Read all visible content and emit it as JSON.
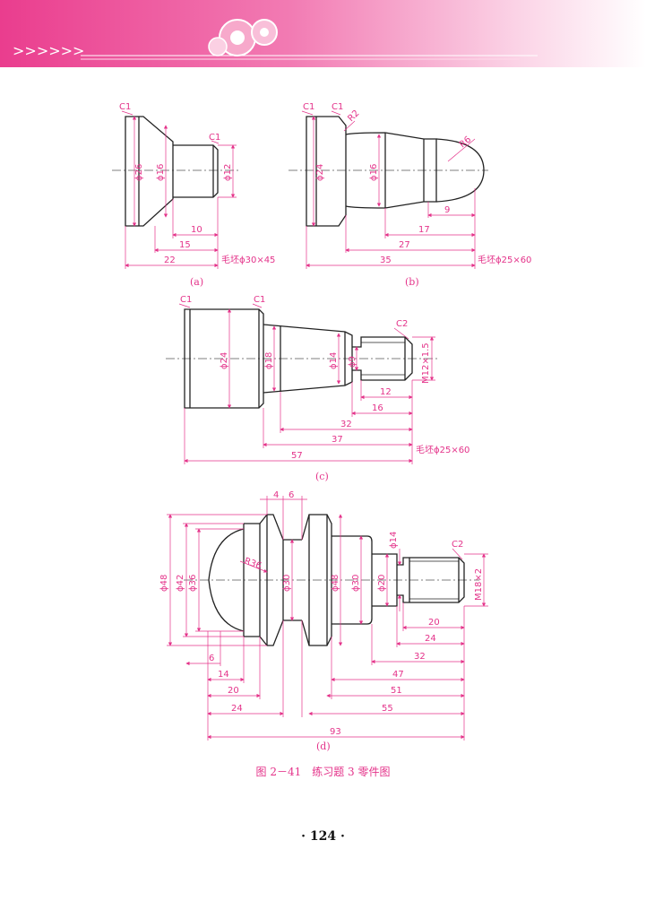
{
  "header": {
    "arrows": ">>>>>>",
    "gear_icon": "gear-icon"
  },
  "colors": {
    "accent": "#e4338a",
    "line": "#222222"
  },
  "figure": {
    "caption": "图 2－41　练习题 3 零件图",
    "page_number": "· 124 ·",
    "parts": {
      "a": {
        "label": "(a)",
        "blank_note": "毛坯ϕ30×45",
        "chamfers": [
          "C1",
          "C1"
        ],
        "diameters": [
          "ϕ26",
          "ϕ16",
          "ϕ12"
        ],
        "lengths": [
          "10",
          "15",
          "22"
        ]
      },
      "b": {
        "label": "(b)",
        "blank_note": "毛坯ϕ25×60",
        "chamfers": [
          "C1",
          "C1"
        ],
        "radii": [
          "R2",
          "R6"
        ],
        "diameters": [
          "ϕ24",
          "ϕ16"
        ],
        "lengths": [
          "9",
          "17",
          "27",
          "35"
        ]
      },
      "c": {
        "label": "(c)",
        "blank_note": "毛坯ϕ25×60",
        "chamfers": [
          "C1",
          "C1",
          "C2"
        ],
        "diameters": [
          "ϕ24",
          "ϕ18",
          "ϕ14",
          "ϕ9"
        ],
        "thread": "M12×1.5",
        "lengths": [
          "12",
          "16",
          "32",
          "37",
          "57"
        ]
      },
      "d": {
        "label": "(d)",
        "chamfers": [
          "C2"
        ],
        "radii": [
          "R36"
        ],
        "diameters": [
          "ϕ48",
          "ϕ42",
          "ϕ36",
          "ϕ30",
          "ϕ48",
          "ϕ30",
          "ϕ20",
          "ϕ14"
        ],
        "thread": "M18×2",
        "top_lengths": [
          "4",
          "6"
        ],
        "left_lengths": [
          "6",
          "14",
          "20",
          "24"
        ],
        "right_lengths": [
          "20",
          "24",
          "32",
          "47",
          "51",
          "55"
        ],
        "total_length": "93"
      }
    }
  }
}
